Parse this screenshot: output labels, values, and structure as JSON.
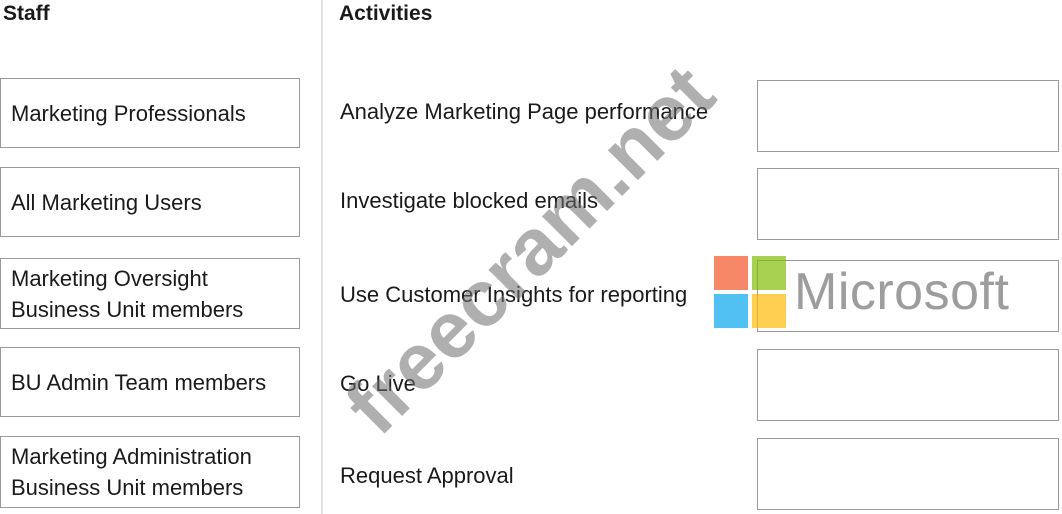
{
  "headers": {
    "staff": "Staff",
    "activities": "Activities"
  },
  "staff": [
    "Marketing Professionals",
    "All Marketing Users",
    "Marketing Oversight\nBusiness Unit members",
    "BU Admin Team members",
    "Marketing Administration\nBusiness Unit members"
  ],
  "activities": [
    "Analyze Marketing Page performance",
    "Investigate blocked emails",
    "Use Customer Insights for reporting",
    "Go Live",
    "Request Approval"
  ],
  "logo": {
    "text": "Microsoft",
    "colors": {
      "red": "#f25022",
      "green": "#7fba00",
      "blue": "#00a4ef",
      "yellow": "#ffb900"
    }
  },
  "watermark": "freecram.net"
}
